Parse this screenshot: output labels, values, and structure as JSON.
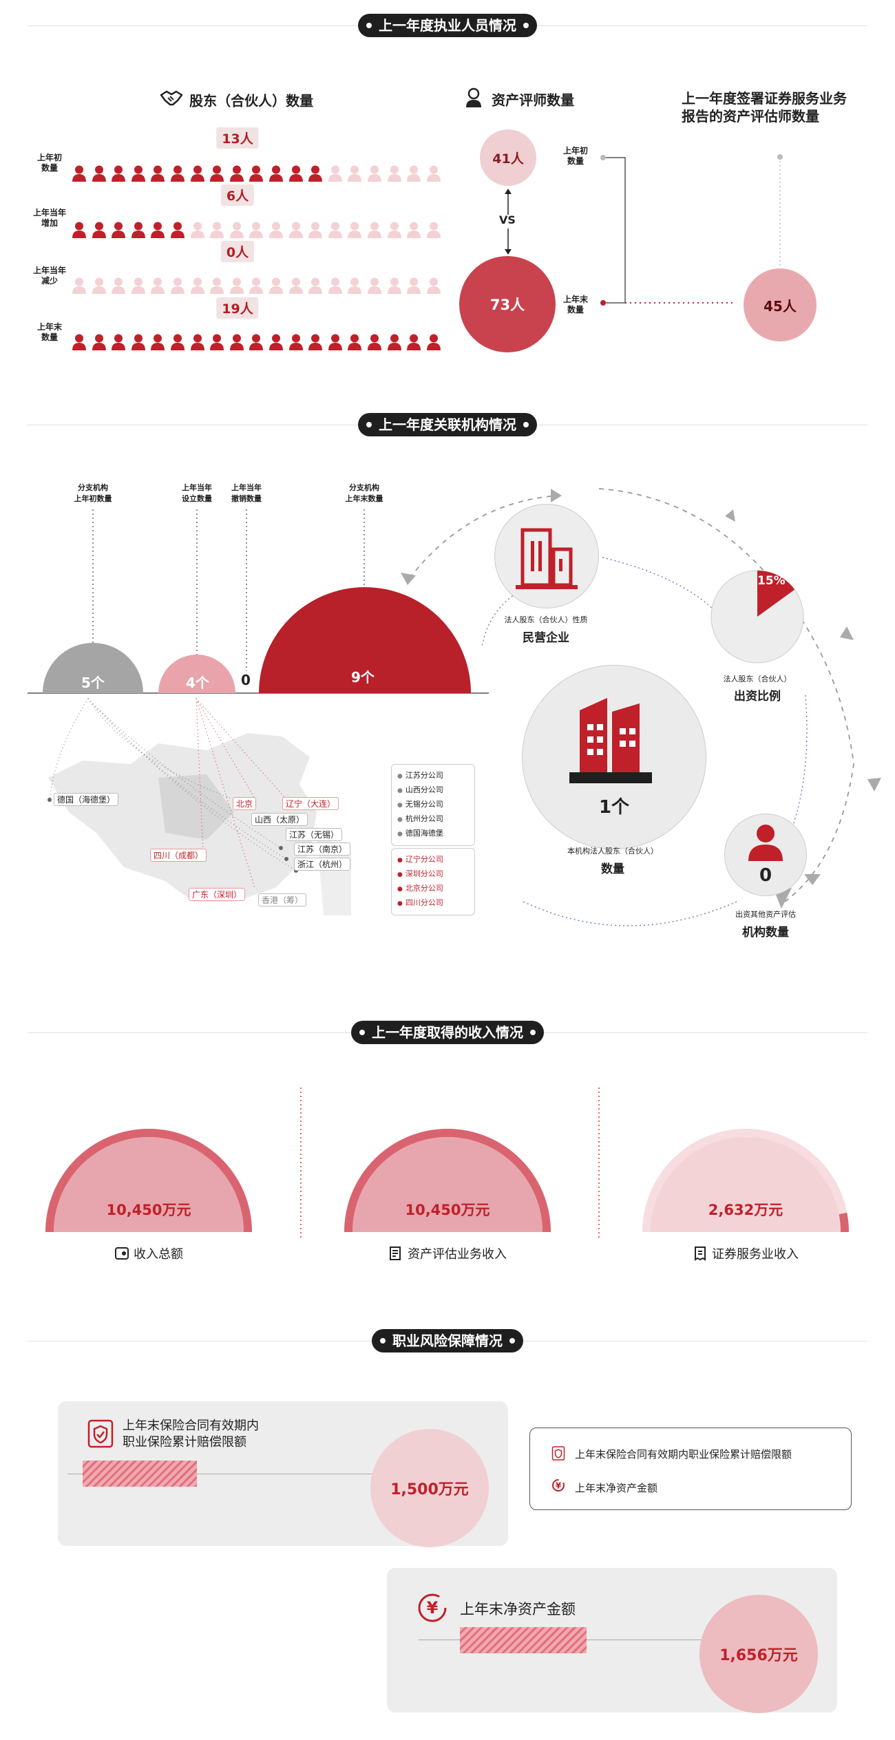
{
  "section1": {
    "title": "上一年度执业人员情况",
    "partners_header": "股东（合伙人）数量",
    "rows": [
      {
        "label": "上年初\n数量",
        "count": "13人",
        "value": 13
      },
      {
        "label": "上年当年\n增加",
        "count": "6人",
        "value": 6
      },
      {
        "label": "上年当年\n减少",
        "count": "0人",
        "value": 0
      },
      {
        "label": "上年末\n数量",
        "count": "19人",
        "value": 19
      }
    ],
    "icon_total": 19,
    "appraisers_header": "资产评师数量",
    "begin_count": "41人",
    "end_count": "73人",
    "vs": "VS",
    "begin_label": "上年初\n数量",
    "end_label": "上年末\n数量",
    "signers_header": "上一年度签署证券服务业务\n报告的资产评估师数量",
    "signers_count": "45人"
  },
  "section2": {
    "title": "上一年度关联机构情况",
    "col_labels": [
      "分支机构\n上年初数量",
      "上年当年\n设立数量",
      "上年当年\n撤销数量",
      "分支机构\n上年末数量"
    ],
    "values": [
      "5个",
      "4个",
      "0",
      "9个"
    ],
    "map_labels": {
      "germany": "德国（海德堡）",
      "beijing": "北京",
      "liaoning": "辽宁（大连）",
      "shanxi": "山西（太原）",
      "jiangsu_wuxi": "江苏（无锡）",
      "jiangsu_nanjing": "江苏（南京）",
      "sichuan": "四川（成都）",
      "zhejiang": "浙江（杭州）",
      "guangdong": "广东（深圳）",
      "hongkong": "香港（筹）"
    },
    "legend_gray": [
      "江苏分公司",
      "山西分公司",
      "无锡分公司",
      "杭州分公司",
      "德国海德堡"
    ],
    "legend_red": [
      "辽宁分公司",
      "深圳分公司",
      "北京分公司",
      "四川分公司"
    ],
    "nature_label": "法人股东（合伙人）性质",
    "nature_value": "民营企业",
    "ratio_pct": "15%",
    "ratio_value": 15,
    "ratio_label": "法人股东（合伙人）",
    "ratio_sub": "出资比例",
    "corp_count": "1个",
    "corp_label": "本机构法人股东（合伙人）",
    "corp_sub": "数量",
    "other_count": "0",
    "other_label": "出资其他资产评估",
    "other_sub": "机构数量"
  },
  "section3": {
    "title": "上一年度取得的收入情况",
    "items": [
      {
        "value": "10,450万元",
        "label": "收入总额",
        "fraction": 1.0,
        "icon": "wallet-icon"
      },
      {
        "value": "10,450万元",
        "label": "资产评估业务收入",
        "fraction": 1.0,
        "icon": "document-icon"
      },
      {
        "value": "2,632万元",
        "label": "证券服务业收入",
        "fraction": 0.25,
        "icon": "receipt-icon"
      }
    ]
  },
  "section4": {
    "title": "职业风险保障情况",
    "insurance_label": "上年末保险合同有效期内\n职业保险累计赔偿限额",
    "insurance_value": "1,500万元",
    "assets_label": "上年末净资产金额",
    "assets_value": "1,656万元",
    "legend_insurance": "上年末保险合同有效期内职业保险累计赔偿限额",
    "legend_assets": "上年末净资产金额",
    "currency_symbol": "¥"
  },
  "colors": {
    "red": "#c0202a",
    "pink": "#e8a9ae",
    "light_pink": "#f3d1d4",
    "gray": "#a6a6a6",
    "dark": "#1f1f1f"
  }
}
